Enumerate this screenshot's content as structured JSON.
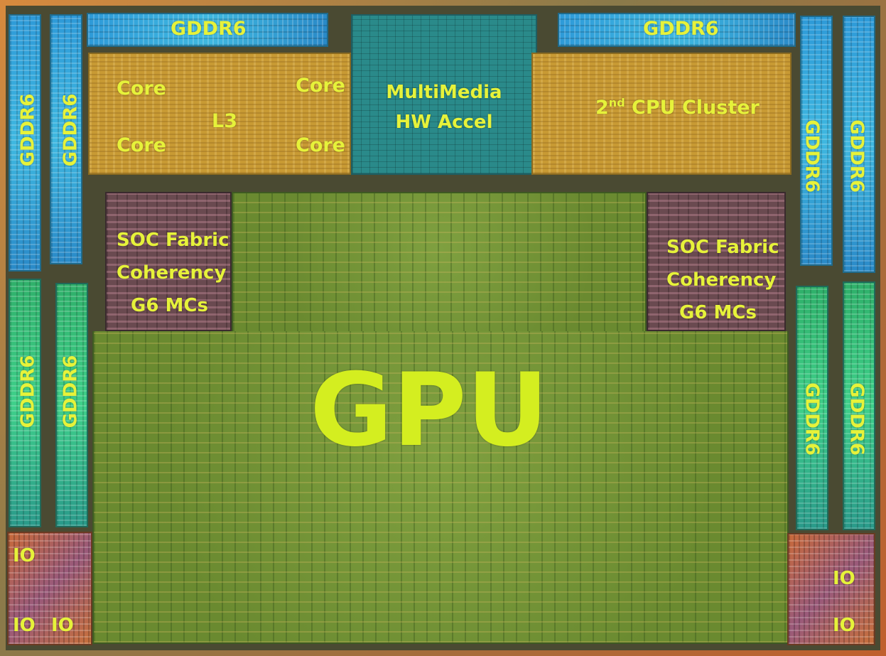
{
  "labels": {
    "gddr6": "GDDR6",
    "core": "Core",
    "l3": "L3",
    "multimedia_line1": "MultiMedia",
    "multimedia_line2": "HW Accel",
    "cpu_cluster_prefix": "2",
    "cpu_cluster_sup": "nd",
    "cpu_cluster_rest": " CPU Cluster",
    "fabric_line1": "SOC Fabric",
    "fabric_line2": "Coherency",
    "fabric_line3": "G6 MCs",
    "gpu": "GPU",
    "io": "IO"
  },
  "colors": {
    "label": "#e6f23a",
    "memory": "#3fb8e0",
    "cpu": "#c89a34",
    "gpu": "#6a8a30",
    "fabric": "#6a4a50",
    "multimedia": "#2a8a8a"
  }
}
